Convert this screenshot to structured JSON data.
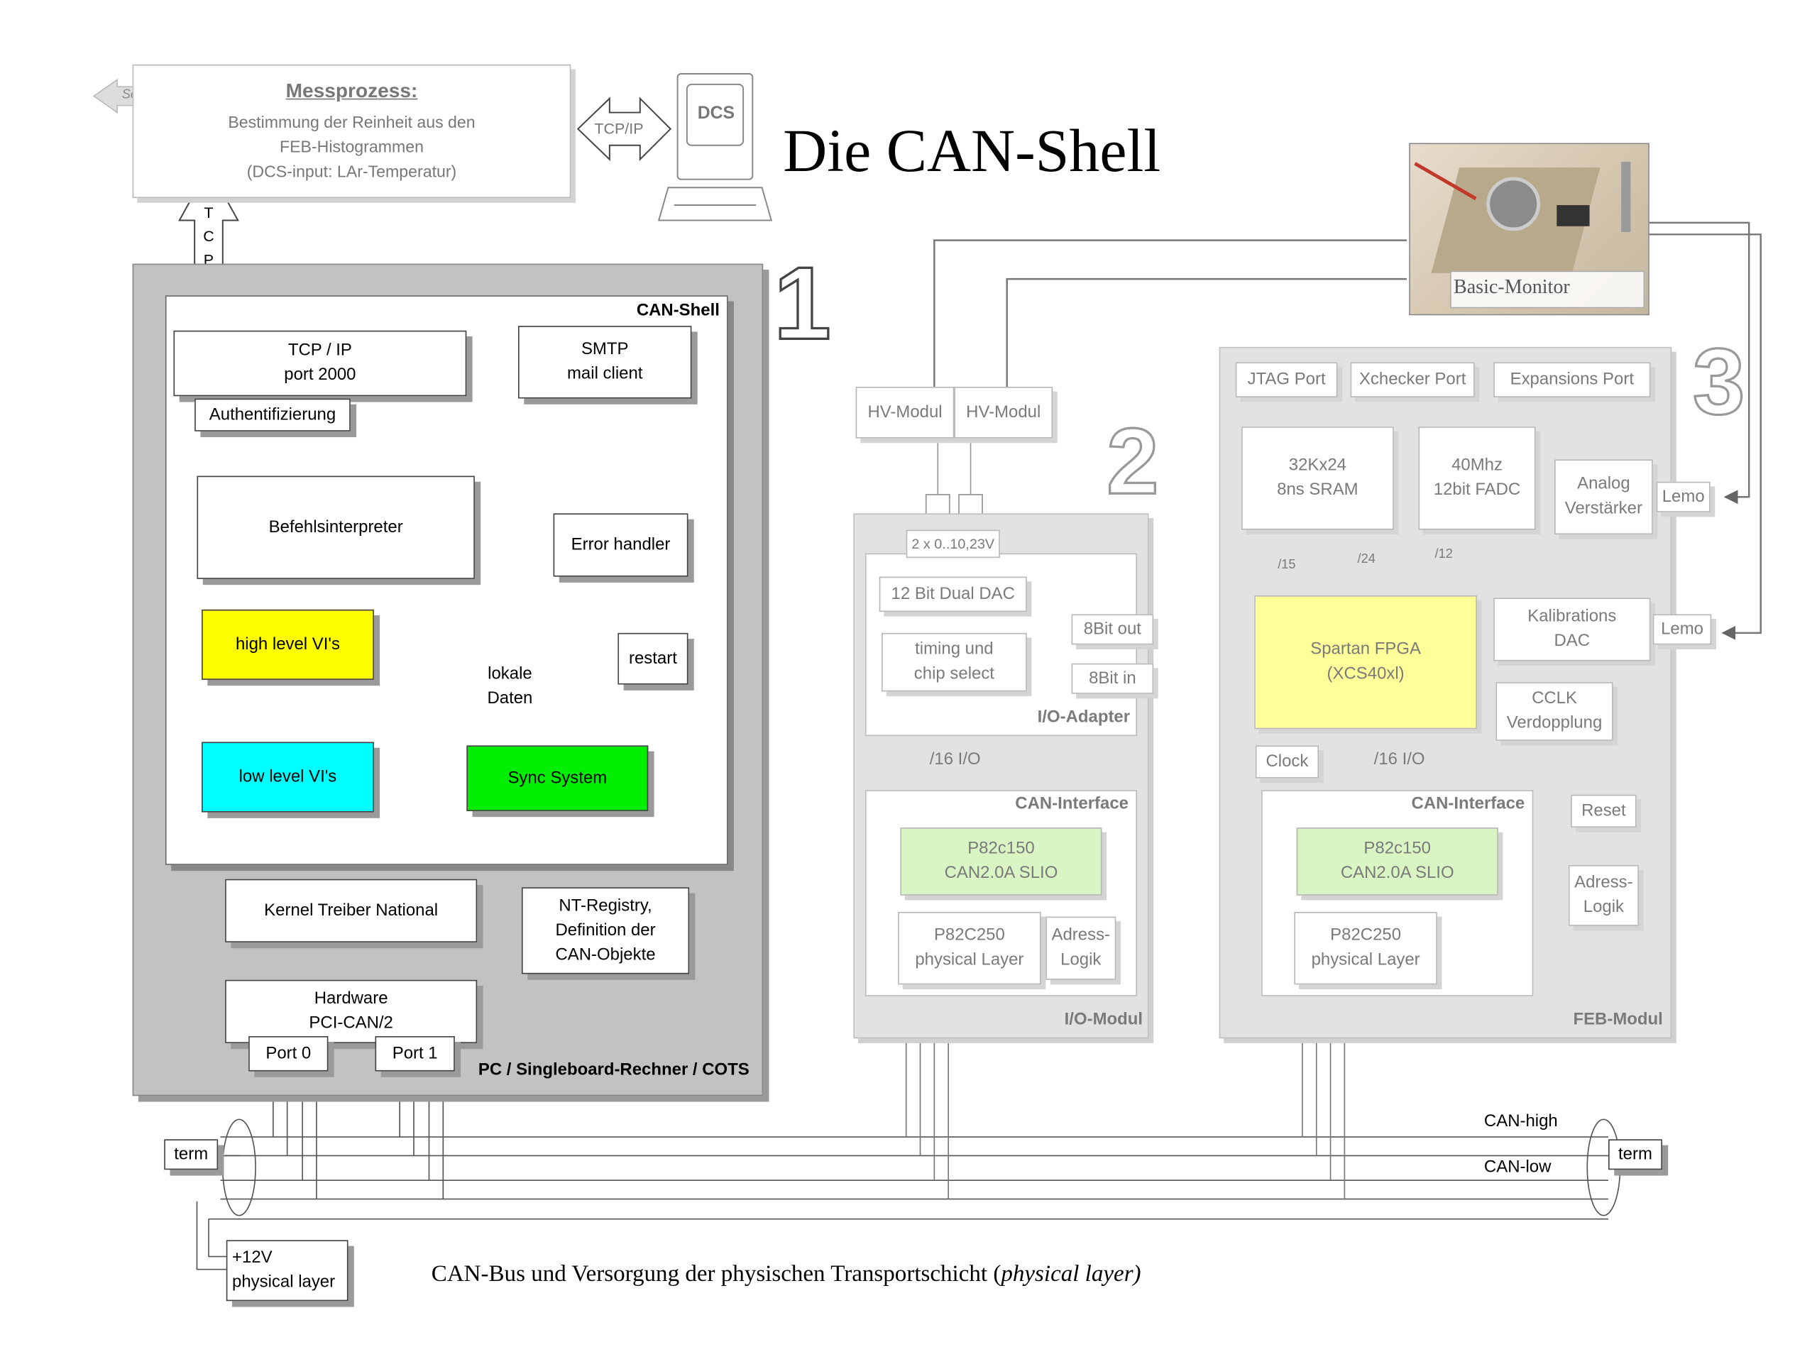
{
  "title": "Die CAN-Shell",
  "colors": {
    "highlevel": "#ffff00",
    "lowlevel": "#00ffff",
    "sync": "#00ee00",
    "fpga": "#ffff99",
    "slio": "#d9f5c3",
    "panelgray": "#c2c2c2",
    "modulegray": "#e2e2e2"
  },
  "top": {
    "service": "Service",
    "messprozess_title": "Messprozess:",
    "messprozess_text": "Bestimmung der Reinheit aus den\nFEB-Histogrammen\n(DCS-input: LAr-Temperatur)",
    "tcpip_h": "TCP/IP",
    "dcs": "DCS",
    "tcpip_v": "T\nC\nP\n/IP",
    "basic_monitor": "Basic-Monitor"
  },
  "numbers": {
    "one": "1",
    "two": "2",
    "three": "3"
  },
  "shell": {
    "panel_label": "CAN-Shell",
    "footer": "PC / Singleboard-Rechner / COTS",
    "tcp": "TCP / IP\nport 2000",
    "auth": "Authentifizierung",
    "smtp": "SMTP\nmail client",
    "befehl": "Befehlsinterpreter",
    "error": "Error handler",
    "restart": "restart",
    "high": "high level VI's",
    "low": "low level VI's",
    "lokale": "lokale\nDaten",
    "sync": "Sync System",
    "kernel": "Kernel Treiber National",
    "nt": "NT-Registry,\nDefinition der\nCAN-Objekte",
    "hardware": "Hardware\nPCI-CAN/2",
    "port0": "Port 0",
    "port1": "Port 1"
  },
  "io": {
    "hv1": "HV-Modul",
    "hv2": "HV-Modul",
    "volt": "2 x  0..10,23V",
    "dac": "12 Bit Dual DAC",
    "timing": "timing und\nchip select",
    "out8": "8Bit out",
    "in8": "8Bit in",
    "adapter": "I/O-Adapter",
    "bus16": "/16 I/O",
    "caniface": "CAN-Interface",
    "slio": "P82c150\nCAN2.0A SLIO",
    "phys": "P82C250\nphysical Layer",
    "adress": "Adress-\nLogik",
    "module": "I/O-Modul"
  },
  "feb": {
    "jtag": "JTAG Port",
    "xchecker": "Xchecker Port",
    "exp": "Expansions Port",
    "sram": "32Kx24\n8ns SRAM",
    "fadc": "40Mhz\n12bit FADC",
    "analog": "Analog\nVerstärker",
    "lemo1": "Lemo",
    "lemo2": "Lemo",
    "b15": "/15",
    "b24": "/24",
    "b12": "/12",
    "fpga": "Spartan FPGA\n(XCS40xl)",
    "kal": "Kalibrations\nDAC",
    "cclk": "CCLK\nVerdopplung",
    "clock": "Clock",
    "bus16": "/16 I/O",
    "caniface": "CAN-Interface",
    "reset": "Reset",
    "slio": "P82c150\nCAN2.0A SLIO",
    "adress": "Adress-\nLogik",
    "phys": "P82C250\nphysical Layer",
    "module": "FEB-Modul"
  },
  "bus": {
    "term_left": "term",
    "term_right": "term",
    "can_high": "CAN-high",
    "can_low": "CAN-low",
    "power": "+12V\nphysical layer",
    "caption_main": "CAN-Bus und Versorgung der physischen Transportschicht (",
    "caption_italic": "physical layer)"
  }
}
